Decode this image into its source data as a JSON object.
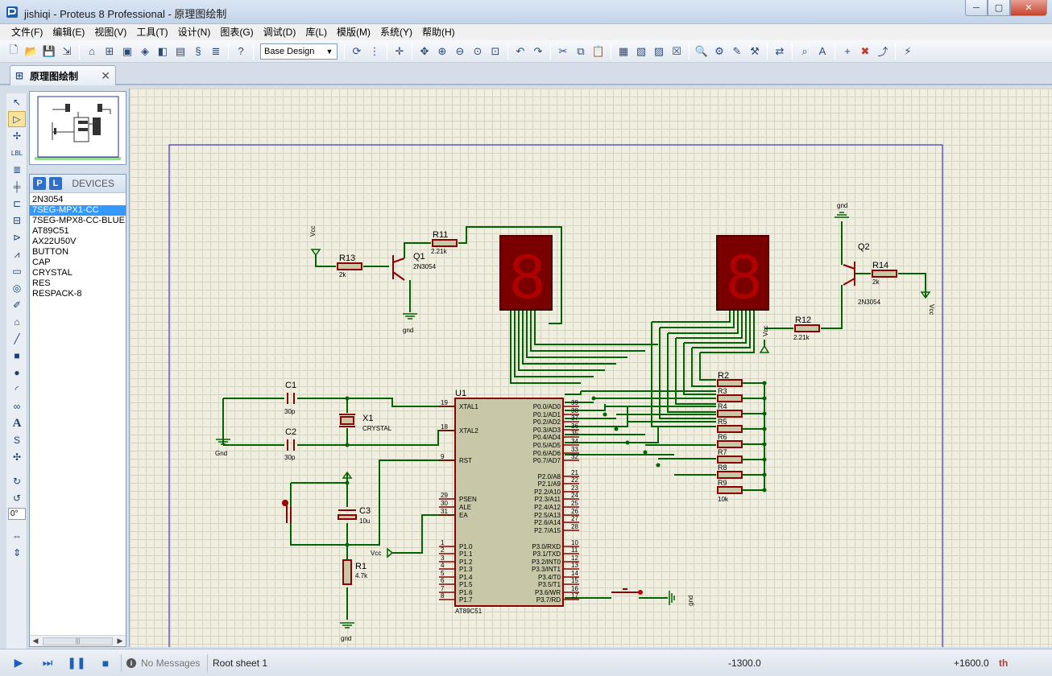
{
  "window": {
    "title": "jishiqi - Proteus 8 Professional - 原理图绘制",
    "minimize": "─",
    "maximize": "▢",
    "close": "✕"
  },
  "menu": [
    "文件(F)",
    "编辑(E)",
    "视图(V)",
    "工具(T)",
    "设计(N)",
    "图表(G)",
    "调试(D)",
    "库(L)",
    "模版(M)",
    "系统(Y)",
    "帮助(H)"
  ],
  "toolbar": {
    "design_select": "Base Design"
  },
  "tab": {
    "label": "原理图绘制",
    "close": "✕"
  },
  "devices": {
    "p_button": "P",
    "l_button": "L",
    "header": "DEVICES",
    "items": [
      "2N3054",
      "7SEG-MPX1-CC",
      "7SEG-MPX8-CC-BLUE",
      "AT89C51",
      "AX22U50V",
      "BUTTON",
      "CAP",
      "CRYSTAL",
      "RES",
      "RESPACK-8"
    ],
    "selected_index": 1,
    "scroll_thumb": "|||"
  },
  "mode_toolbar": {
    "rotation": "0°"
  },
  "schematic": {
    "u1": {
      "ref": "U1",
      "part": "AT89C51",
      "left_pins": [
        {
          "num": "19",
          "name": "XTAL1"
        },
        {
          "num": "18",
          "name": "XTAL2"
        },
        {
          "num": "9",
          "name": "RST"
        },
        {
          "num": "29",
          "name": "PSEN"
        },
        {
          "num": "30",
          "name": "ALE"
        },
        {
          "num": "31",
          "name": "EA"
        },
        {
          "num": "1",
          "name": "P1.0"
        },
        {
          "num": "2",
          "name": "P1.1"
        },
        {
          "num": "3",
          "name": "P1.2"
        },
        {
          "num": "4",
          "name": "P1.3"
        },
        {
          "num": "5",
          "name": "P1.4"
        },
        {
          "num": "6",
          "name": "P1.5"
        },
        {
          "num": "7",
          "name": "P1.6"
        },
        {
          "num": "8",
          "name": "P1.7"
        }
      ],
      "right_pins": [
        {
          "num": "39",
          "name": "P0.0/AD0"
        },
        {
          "num": "38",
          "name": "P0.1/AD1"
        },
        {
          "num": "37",
          "name": "P0.2/AD2"
        },
        {
          "num": "36",
          "name": "P0.3/AD3"
        },
        {
          "num": "35",
          "name": "P0.4/AD4"
        },
        {
          "num": "34",
          "name": "P0.5/AD5"
        },
        {
          "num": "33",
          "name": "P0.6/AD6"
        },
        {
          "num": "32",
          "name": "P0.7/AD7"
        },
        {
          "num": "21",
          "name": "P2.0/A8"
        },
        {
          "num": "22",
          "name": "P2.1/A9"
        },
        {
          "num": "23",
          "name": "P2.2/A10"
        },
        {
          "num": "24",
          "name": "P2.3/A11"
        },
        {
          "num": "25",
          "name": "P2.4/A12"
        },
        {
          "num": "26",
          "name": "P2.5/A13"
        },
        {
          "num": "27",
          "name": "P2.6/A14"
        },
        {
          "num": "28",
          "name": "P2.7/A15"
        },
        {
          "num": "10",
          "name": "P3.0/RXD"
        },
        {
          "num": "11",
          "name": "P3.1/TXD"
        },
        {
          "num": "12",
          "name": "P3.2/INT0"
        },
        {
          "num": "13",
          "name": "P3.3/INT1"
        },
        {
          "num": "14",
          "name": "P3.4/T0"
        },
        {
          "num": "15",
          "name": "P3.5/T1"
        },
        {
          "num": "16",
          "name": "P3.6/WR"
        },
        {
          "num": "17",
          "name": "P3.7/RD"
        }
      ]
    },
    "c1": {
      "ref": "C1",
      "value": "30p"
    },
    "c2": {
      "ref": "C2",
      "value": "30p"
    },
    "c3": {
      "ref": "C3",
      "value": "10u"
    },
    "x1": {
      "ref": "X1",
      "value": "CRYSTAL"
    },
    "r1": {
      "ref": "R1",
      "value": "4.7k"
    },
    "r11": {
      "ref": "R11",
      "value": "2.21k"
    },
    "r12": {
      "ref": "R12",
      "value": "2.21k"
    },
    "r13": {
      "ref": "R13",
      "value": "2k"
    },
    "r14": {
      "ref": "R14",
      "value": "2k"
    },
    "q1": {
      "ref": "Q1",
      "value": "2N3054"
    },
    "q2": {
      "ref": "Q2",
      "value": "2N3054"
    },
    "rpack": {
      "labels": [
        "R2",
        "R3",
        "R4",
        "R5",
        "R6",
        "R7",
        "R8",
        "R9"
      ],
      "value": "10k",
      "value_partial": "10"
    },
    "power": {
      "gnd": "gnd",
      "gnd_cap": "Gnd",
      "vcc": "Vcc"
    },
    "seg_digit": "8"
  },
  "status": {
    "messages": "No Messages",
    "sheet": "Root sheet 1",
    "coord_x": "-1300.0",
    "coord_y": "+1600.0",
    "unit": "th"
  }
}
